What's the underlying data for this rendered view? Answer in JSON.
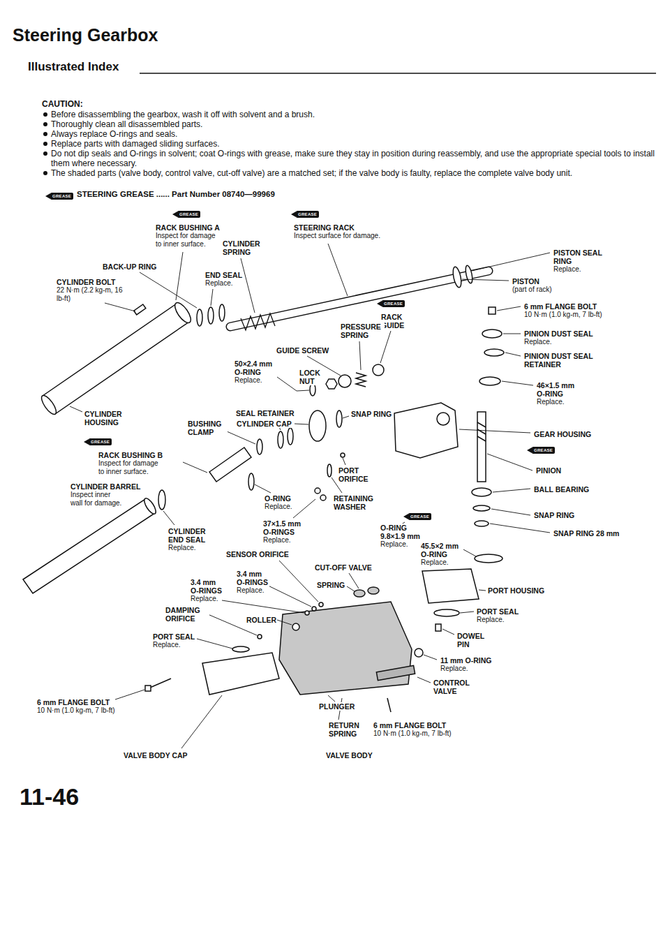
{
  "diagram": {
    "title": "Steering Gearbox",
    "labels": [
      "Illustrated Index",
      "CAUTION:",
      "Before disassembling the gearbox, wash it off with solvent and a brush.",
      "Thoroughly clean all disassembled parts.",
      "Always replace O-rings and seals.",
      "Replace parts with damaged sliding surfaces.",
      "Do not dip seals and O-rings in solvent; coat O-rings with grease, make sure they stay in position during reassembly, and use the appropriate special tools to install them where necessary.",
      "The shaded parts (valve body, control valve, cut-off valve) are a matched set; if the valve body is faulty, replace the complete valve body unit.",
      "GREASE",
      "STEERING GREASE ...... Part Number 08740—99969",
      "GREASE",
      "RACK BUSHING A",
      "Inspect for damage to inner surface.",
      "GREASE",
      "STEERING RACK",
      "Inspect surface for damage.",
      "CYLINDER SPRING",
      "PISTON SEAL RING",
      "Replace.",
      "BACK-UP RING",
      "END SEAL",
      "Replace.",
      "PISTON",
      "(part of rack)",
      "CYLINDER BOLT",
      "22 N·m (2.2 kg-m, 16 lb-ft)",
      "GREASE",
      "RACK GUIDE",
      "6 mm FLANGE BOLT",
      "10 N·m (1.0 kg-m, 7 lb-ft)",
      "PRESSURE SPRING",
      "PINION DUST SEAL",
      "Replace.",
      "GUIDE SCREW",
      "PINION DUST SEAL RETAINER",
      "50×2.4 mm O-RING",
      "Replace.",
      "LOCK NUT",
      "46×1.5 mm O-RING",
      "Replace.",
      "CYLINDER HOUSING",
      "SEAL RETAINER",
      "SNAP RING",
      "BUSHING CLAMP",
      "CYLINDER CAP",
      "GEAR HOUSING",
      "GREASE",
      "RACK BUSHING B",
      "Inspect for damage to inner surface.",
      "PORT ORIFICE",
      "GREASE",
      "PINION",
      "CYLINDER BARREL",
      "Inspect inner wall for damage.",
      "O-RING",
      "Replace.",
      "RETAINING WASHER",
      "BALL BEARING",
      "SNAP RING",
      "37×1.5 mm O-RINGS",
      "Replace.",
      "CYLINDER END SEAL",
      "Replace.",
      "GREASE",
      "O-RING 9.8×1.9 mm",
      "Replace.",
      "SNAP RING 28 mm",
      "45.5×2 mm O-RING",
      "Replace.",
      "SENSOR ORIFICE",
      "CUT-OFF VALVE",
      "3.4 mm O-RINGS",
      "Replace.",
      "3.4 mm O-RINGS",
      "Replace.",
      "SPRING",
      "PORT HOUSING",
      "DAMPING ORIFICE",
      "PORT SEAL",
      "Replace.",
      "ROLLER",
      "DOWEL PIN",
      "PORT SEAL",
      "Replace.",
      "11 mm O-RING",
      "Replace.",
      "CONTROL VALVE",
      "6 mm FLANGE BOLT",
      "10 N·m (1.0 kg-m, 7 lb-ft)",
      "PLUNGER",
      "RETURN SPRING",
      "6 mm FLANGE BOLT",
      "10 N·m (1.0 kg-m, 7 lb-ft)",
      "VALVE BODY CAP",
      "VALVE BODY",
      "11-46"
    ]
  }
}
